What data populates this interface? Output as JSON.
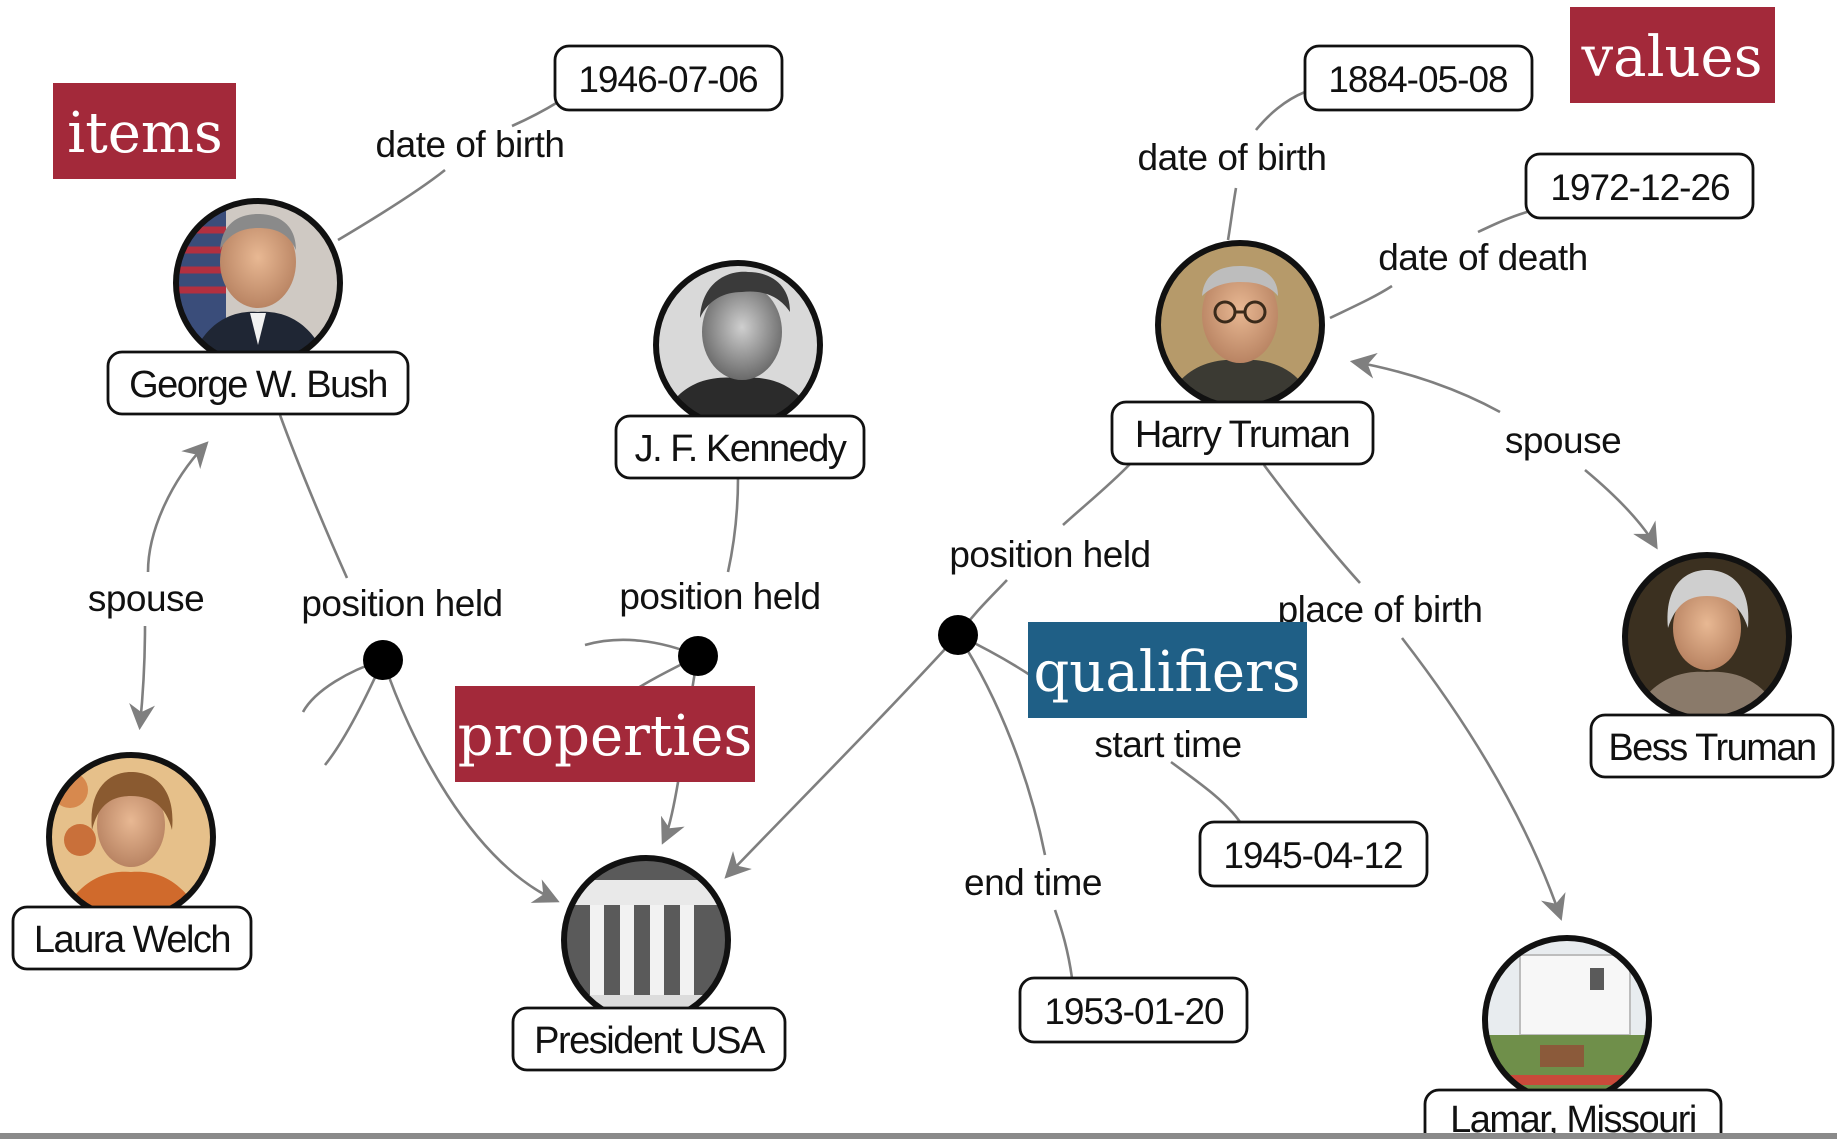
{
  "colors": {
    "tag_red": "#a3293a",
    "tag_blue": "#1f5f86",
    "edge": "#7f7f7f",
    "stroke": "#111111"
  },
  "tags": {
    "items": "items",
    "values": "values",
    "properties": "properties",
    "qualifiers": "qualifiers"
  },
  "nodes": {
    "bush": "George W. Bush",
    "kennedy": "J. F. Kennedy",
    "truman": "Harry Truman",
    "laura": "Laura Welch",
    "president": "President USA",
    "bess": "Bess Truman",
    "lamar": "Lamar, Missouri"
  },
  "values": {
    "bush_dob": "1946-07-06",
    "truman_dob": "1884-05-08",
    "truman_dod": "1972-12-26",
    "start_time": "1945-04-12",
    "end_time": "1953-01-20"
  },
  "edges": {
    "bush_dob": "date of birth",
    "truman_dob": "date of birth",
    "truman_dod": "date of death",
    "bush_spouse": "spouse",
    "truman_spouse": "spouse",
    "bush_position": "position held",
    "kennedy_position": "position held",
    "truman_position": "position held",
    "truman_place": "place of birth",
    "start_time": "start time",
    "end_time": "end time"
  }
}
